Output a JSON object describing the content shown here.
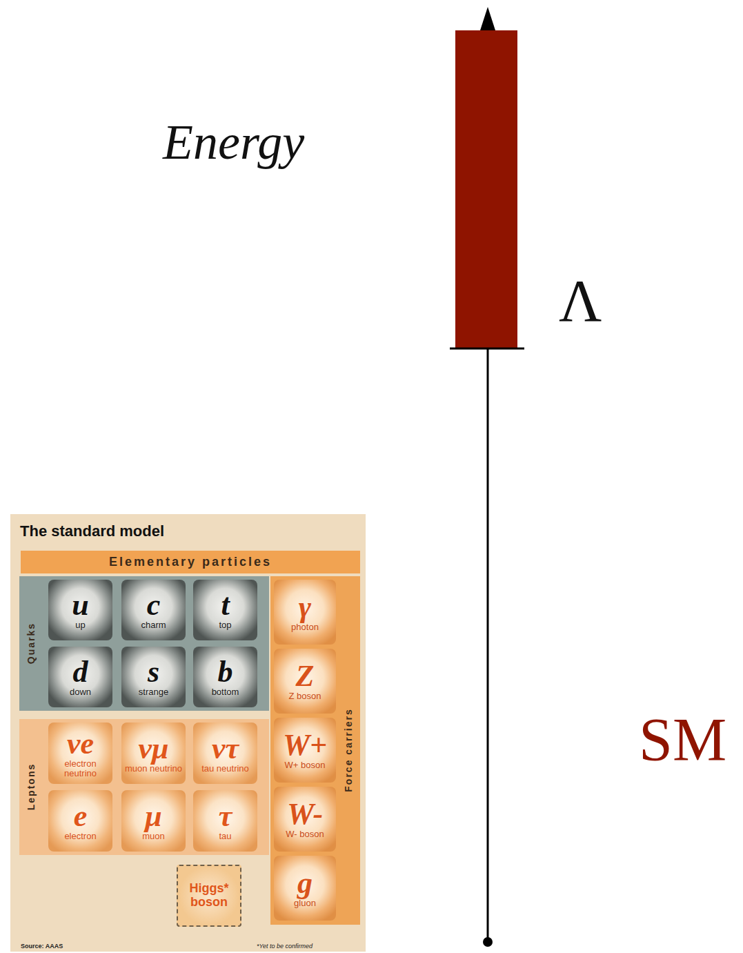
{
  "diagram": {
    "nodes": [
      {
        "text": [
          "The standard model"
        ]
      },
      {
        "text": [
          "Elementary particles"
        ],
        "in": 0
      },
      {
        "text": [
          "Quarks"
        ],
        "in": 0
      },
      {
        "text": [
          "u",
          "up"
        ],
        "in": 2
      },
      {
        "text": [
          "c",
          "charm"
        ],
        "in": 2
      },
      {
        "text": [
          "t",
          "top"
        ],
        "in": 2
      },
      {
        "text": [
          "d",
          "down"
        ],
        "in": 2
      },
      {
        "text": [
          "s",
          "strange"
        ],
        "in": 2
      },
      {
        "text": [
          "b",
          "bottom"
        ],
        "in": 2
      },
      {
        "text": [
          "Leptons"
        ],
        "in": 0
      },
      {
        "text": [
          "νe",
          "electron neutrino"
        ],
        "in": 9
      },
      {
        "text": [
          "νμ",
          "muon neutrino"
        ],
        "in": 9
      },
      {
        "text": [
          "ντ",
          "tau neutrino"
        ],
        "in": 9
      },
      {
        "text": [
          "e",
          "electron"
        ],
        "in": 9
      },
      {
        "text": [
          "μ",
          "muon"
        ],
        "in": 9
      },
      {
        "text": [
          "τ",
          "tau"
        ],
        "in": 9
      },
      {
        "text": [
          "Force carriers"
        ],
        "in": 0
      },
      {
        "text": [
          "γ",
          "photon"
        ],
        "in": 16
      },
      {
        "text": [
          "Z",
          "Z boson"
        ],
        "in": 16
      },
      {
        "text": [
          "W+",
          "W+ boson"
        ],
        "in": 16
      },
      {
        "text": [
          "W-",
          "W- boson"
        ],
        "in": 16
      },
      {
        "text": [
          "g",
          "gluon"
        ],
        "in": 16
      },
      {
        "text": [
          "Higgs*",
          "boson"
        ],
        "in": 0
      }
    ],
    "labels": [
      "Energy",
      "Λ",
      "SM",
      "Source: AAAS",
      "*Yet to be confirmed"
    ]
  }
}
